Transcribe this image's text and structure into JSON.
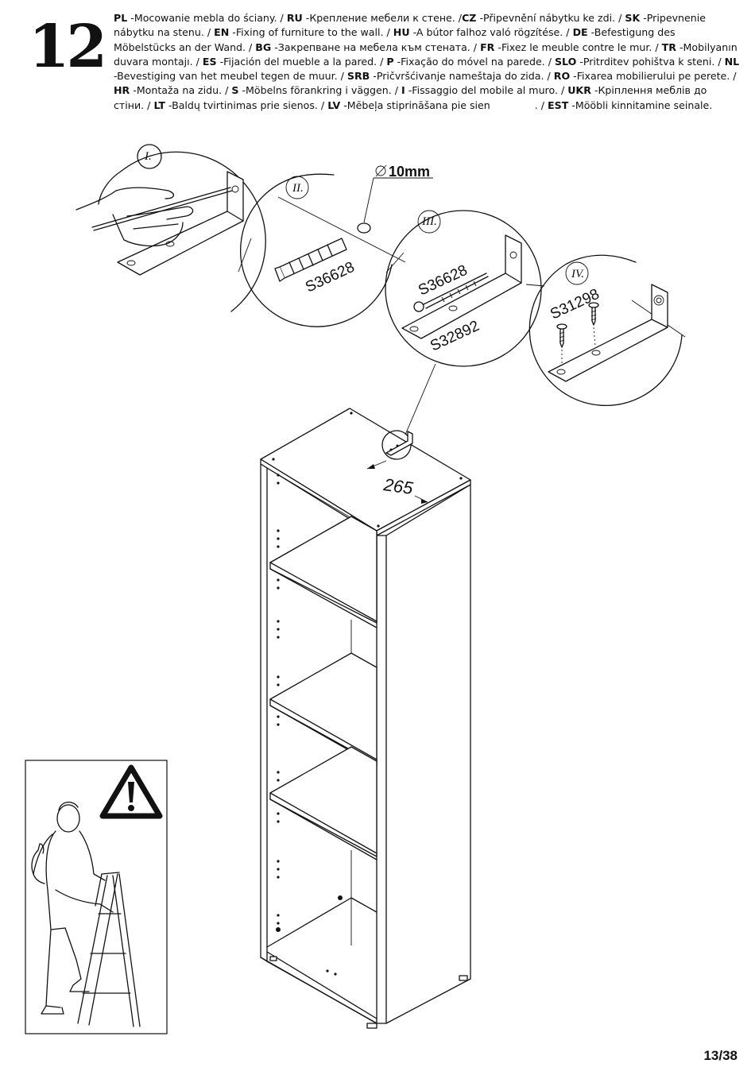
{
  "step": {
    "number": "12"
  },
  "instructions": [
    {
      "code": "PL",
      "sep": " -",
      "text": "Mocowanie mebla do ściany. / "
    },
    {
      "code": "RU",
      "sep": " -",
      "text": "Крепление мебели к стене. /"
    },
    {
      "code": "CZ",
      "sep": " -",
      "text": "Připevnění nábytku ke zdi. / "
    },
    {
      "code": "SK",
      "sep": " -",
      "text": "Pripevnenie nábytku na stenu. / "
    },
    {
      "code": "EN",
      "sep": " -",
      "text": "Fixing of furniture to the wall. / "
    },
    {
      "code": "HU",
      "sep": " -",
      "text": "A bútor falhoz való rögzítése. / "
    },
    {
      "code": "DE",
      "sep": " -",
      "text": "Befestigung des Möbelstücks an der Wand. / "
    },
    {
      "code": "BG",
      "sep": " -",
      "text": "Закрепване на мебела към стената. / "
    },
    {
      "code": "FR",
      "sep": " -",
      "text": "Fixez le meuble contre le mur. / "
    },
    {
      "code": "TR",
      "sep": " -",
      "text": "Mobilyanın duvara montajı. / "
    },
    {
      "code": "ES",
      "sep": " -",
      "text": "Fijación del mueble a la pared. / "
    },
    {
      "code": "P",
      "sep": " -",
      "text": "Fixação do móvel na parede. / "
    },
    {
      "code": "SLO",
      "sep": " -",
      "text": "Pritrditev pohištva k steni. / "
    },
    {
      "code": "NL",
      "sep": " -",
      "text": "Bevestiging van het meubel tegen de muur. / "
    },
    {
      "code": "SRB",
      "sep": " -",
      "text": "Pričvršćivanje nameštaja do zida. / "
    },
    {
      "code": "RO",
      "sep": " -",
      "text": "Fixarea mobilierului pe perete. / "
    },
    {
      "code": "HR",
      "sep": " -",
      "text": "Montaža na zidu. / "
    },
    {
      "code": "S",
      "sep": " -",
      "text": "Möbelns förankring i väggen. / "
    },
    {
      "code": "I",
      "sep": " -",
      "text": "Fissaggio del mobile al muro. / "
    },
    {
      "code": "UKR",
      "sep": " -",
      "text": "Кріплення меблів до стіни. / "
    },
    {
      "code": "LT",
      "sep": " -",
      "text": "Baldų tvirtinimas prie sienos. / "
    },
    {
      "code": "LV",
      "sep": " -",
      "text": "Mēbeļa stiprināšana pie sien"
    },
    {
      "code": "",
      "sep": "",
      "text": " . / "
    },
    {
      "code": "EST",
      "sep": " -",
      "text": "Mööbli kinnitamine seinale."
    }
  ],
  "details": {
    "steps": [
      "I.",
      "II.",
      "III.",
      "IV."
    ],
    "drill_diameter": "10mm",
    "parts": {
      "dowel": "S36628",
      "screw": "S36628",
      "bracket": "S32892",
      "small_screw": "S31298"
    }
  },
  "dimension": {
    "distance": "265"
  },
  "warning": {
    "icon": "warning-exclamation-icon"
  },
  "footer": {
    "page": "13/38"
  }
}
